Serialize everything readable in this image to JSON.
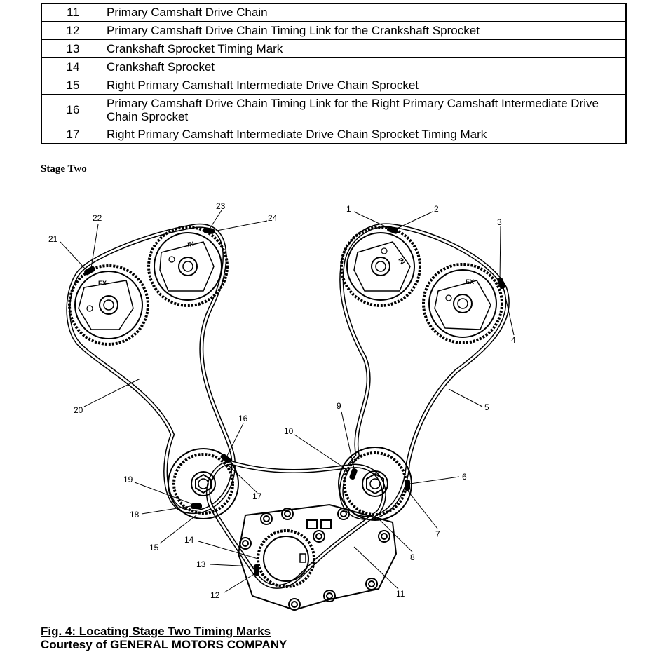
{
  "legend": [
    {
      "num": "11",
      "text": "Primary Camshaft Drive Chain"
    },
    {
      "num": "12",
      "text": "Primary Camshaft Drive Chain Timing Link for the Crankshaft Sprocket"
    },
    {
      "num": "13",
      "text": "Crankshaft Sprocket Timing Mark"
    },
    {
      "num": "14",
      "text": "Crankshaft Sprocket"
    },
    {
      "num": "15",
      "text": "Right Primary Camshaft Intermediate Drive Chain Sprocket"
    },
    {
      "num": "16",
      "text": "Primary Camshaft Drive Chain Timing Link for the Right Primary Camshaft Intermediate Drive Chain Sprocket"
    },
    {
      "num": "17",
      "text": "Right Primary Camshaft Intermediate Drive Chain Sprocket Timing Mark"
    }
  ],
  "stage_heading": "Stage Two",
  "figure": {
    "title": "Fig. 4: Locating Stage Two Timing Marks",
    "credit": "Courtesy of GENERAL MOTORS COMPANY",
    "sprocket_labels": {
      "ex_left": "EX",
      "in_left": "IN",
      "in_right": "IN",
      "ex_right": "EX"
    },
    "callouts": {
      "c1": "1",
      "c2": "2",
      "c3": "3",
      "c4": "4",
      "c5": "5",
      "c6": "6",
      "c7": "7",
      "c8": "8",
      "c9": "9",
      "c10": "10",
      "c11": "11",
      "c12": "12",
      "c13": "13",
      "c14": "14",
      "c15": "15",
      "c16": "16",
      "c17": "17",
      "c18": "18",
      "c19": "19",
      "c20": "20",
      "c21": "21",
      "c22": "22",
      "c23": "23",
      "c24": "24"
    }
  }
}
